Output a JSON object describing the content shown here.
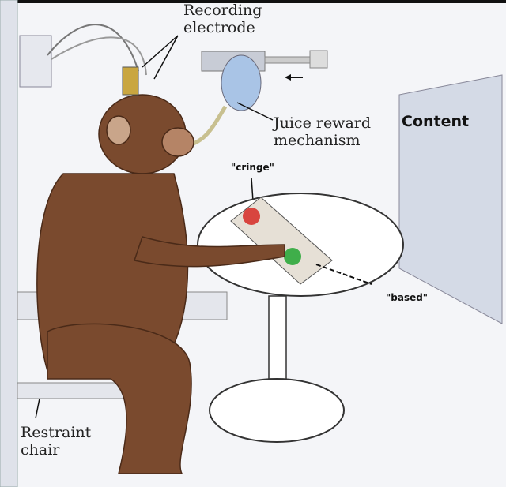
{
  "labels": {
    "recording": [
      "Recording",
      "electrode"
    ],
    "juice": [
      "Juice reward",
      "mechanism"
    ],
    "chair": [
      "Restraint",
      "chair"
    ],
    "cringe": "\"cringe\"",
    "based": "\"based\"",
    "content": "Content"
  },
  "colors": {
    "monkey": "#7a4a2e",
    "red_button": "#d8453f",
    "green_button": "#3fae4a",
    "screen": "#d4dae6"
  }
}
